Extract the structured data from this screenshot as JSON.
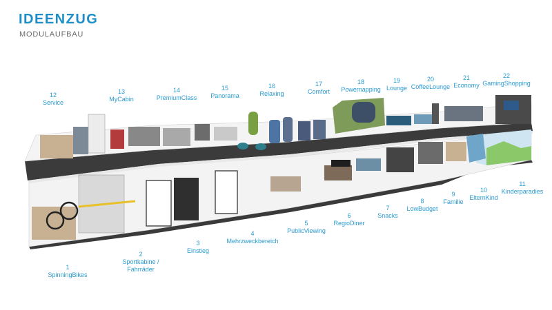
{
  "header": {
    "title": "IDEENZUG",
    "subtitle": "MODULAUFBAU"
  },
  "modules": [
    {
      "number": "1",
      "name": "SpinningBikes"
    },
    {
      "number": "2",
      "name": "Sportkabine / Fahrräder"
    },
    {
      "number": "3",
      "name": "Einstieg"
    },
    {
      "number": "4",
      "name": "Mehrzweckbereich"
    },
    {
      "number": "5",
      "name": "PublicViewing"
    },
    {
      "number": "6",
      "name": "RegioDiner"
    },
    {
      "number": "7",
      "name": "Snacks"
    },
    {
      "number": "8",
      "name": "LowBudget"
    },
    {
      "number": "9",
      "name": "Familie"
    },
    {
      "number": "10",
      "name": "ElternKind"
    },
    {
      "number": "11",
      "name": "Kinderparadies"
    },
    {
      "number": "12",
      "name": "Service"
    },
    {
      "number": "13",
      "name": "MyCabin"
    },
    {
      "number": "14",
      "name": "PremiumClass"
    },
    {
      "number": "15",
      "name": "Panorama"
    },
    {
      "number": "16",
      "name": "Relaxing"
    },
    {
      "number": "17",
      "name": "Comfort"
    },
    {
      "number": "18",
      "name": "Powernapping"
    },
    {
      "number": "19",
      "name": "Lounge"
    },
    {
      "number": "20",
      "name": "CoffeeLounge"
    },
    {
      "number": "21",
      "name": "Economy"
    },
    {
      "number": "22",
      "name": "GamingShopping"
    }
  ],
  "colors": {
    "accent": "#1e8fc6",
    "label": "#2a9ad0",
    "floor": "#3a3a3a",
    "shell": "#ffffff"
  }
}
